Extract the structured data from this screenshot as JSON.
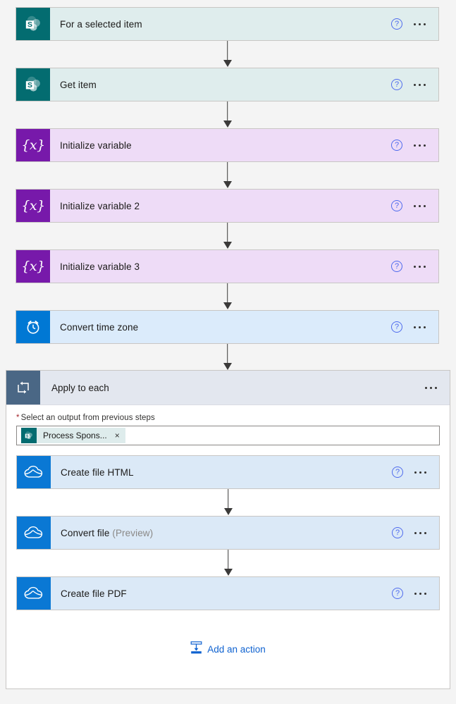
{
  "flow": {
    "top_steps": [
      {
        "label": "For a selected item",
        "suffix": "",
        "type": "sharepoint",
        "icon": "sharepoint-icon",
        "help": "?",
        "menu": "more-options"
      },
      {
        "label": "Get item",
        "suffix": "",
        "type": "sharepoint",
        "icon": "sharepoint-icon",
        "help": "?",
        "menu": "more-options"
      },
      {
        "label": "Initialize variable",
        "suffix": "",
        "type": "variable",
        "icon": "variable-icon",
        "glyph": "{x}",
        "help": "?",
        "menu": "more-options"
      },
      {
        "label": "Initialize variable 2",
        "suffix": "",
        "type": "variable",
        "icon": "variable-icon",
        "glyph": "{x}",
        "help": "?",
        "menu": "more-options"
      },
      {
        "label": "Initialize variable 3",
        "suffix": "",
        "type": "variable",
        "icon": "variable-icon",
        "glyph": "{x}",
        "help": "?",
        "menu": "more-options"
      },
      {
        "label": "Convert time zone",
        "suffix": "",
        "type": "datetime",
        "icon": "alarm-clock-icon",
        "help": "?",
        "menu": "more-options"
      }
    ],
    "scope": {
      "title": "Apply to each",
      "icon": "apply-to-each-icon",
      "menu": "more-options",
      "field": {
        "required_mark": "*",
        "label": "Select an output from previous steps",
        "token": {
          "label": "Process Spons...",
          "icon": "sharepoint-icon",
          "close": "×"
        }
      },
      "steps": [
        {
          "label": "Create file HTML",
          "suffix": "",
          "type": "onedrive",
          "icon": "onedrive-icon",
          "help": "?",
          "menu": "more-options"
        },
        {
          "label": "Convert file ",
          "suffix": "(Preview)",
          "type": "onedrive",
          "icon": "onedrive-icon",
          "help": "?",
          "menu": "more-options"
        },
        {
          "label": "Create file PDF",
          "suffix": "",
          "type": "onedrive",
          "icon": "onedrive-icon",
          "help": "?",
          "menu": "more-options"
        }
      ],
      "add_action": {
        "label": "Add an action",
        "icon": "insert-action-icon"
      }
    }
  },
  "colors": {
    "sharepoint_icon": "#036c70",
    "sharepoint_card": "#dfeded",
    "variable_icon": "#7719aa",
    "variable_card": "#eedcf7",
    "datetime_icon": "#0078d4",
    "datetime_card": "#dbebfb",
    "onedrive_icon": "#0a78d4",
    "onedrive_card": "#dbe9f7",
    "scope_icon": "#4a6785",
    "scope_header": "#e3e7ef",
    "link": "#0f62d0",
    "required": "#a4262c",
    "help": "#4f6bed",
    "arrow": "#3b3a39"
  }
}
